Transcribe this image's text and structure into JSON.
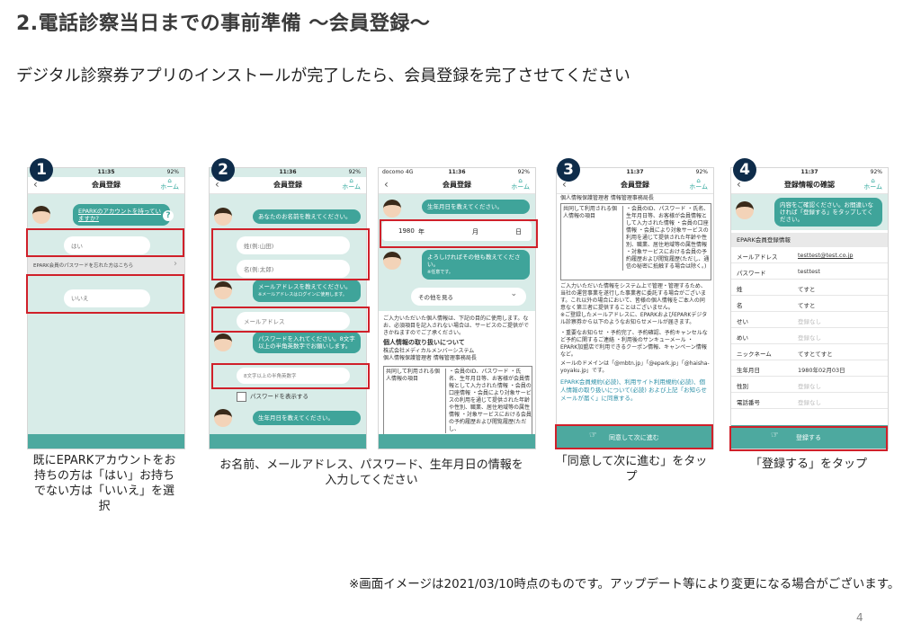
{
  "slide": {
    "title": "2.電話診察当日までの事前準備 〜会員登録〜",
    "subtitle": "デジタル診察券アプリのインストールが完了したら、会員登録を完了させてください",
    "footnote": "※画面イメージは2021/03/10時点のものです。アップデート等により変更になる場合がございます。",
    "page_number": "4"
  },
  "steps": {
    "s1": {
      "badge": "1",
      "caption": "既にEPARKアカウントをお持ちの方は「はい」お持ちでない方は「いいえ」を選択",
      "status_left": "4G",
      "time": "11:35",
      "battery": "92%",
      "screen_title": "会員登録",
      "home_label": "ホーム",
      "question": "EPARKのアカウントを持っていますか?",
      "yes": "はい",
      "forgot": "EPARK会員のパスワードを忘れた方はこちら",
      "no": "いいえ"
    },
    "s2": {
      "badge": "2",
      "caption": "お名前、メールアドレス、パスワード、生年月日の情報を入力してください",
      "status_left": "4G",
      "time": "11:36",
      "battery": "92%",
      "screen_title": "会員登録",
      "home_label": "ホーム",
      "ask_name": "あなたのお名前を教えてください。",
      "sei_placeholder": "姓(例:山田)",
      "mei_placeholder": "名(例:太郎)",
      "ask_mail": "メールアドレスを教えてください。",
      "ask_mail_note": "※メールアドレスはログインに使用します。",
      "mail_placeholder": "メールアドレス",
      "ask_pw": "パスワードを入れてください。8文字以上の半角英数字でお願いします。",
      "pw_placeholder": "8文字以上の半角英数字",
      "show_pw": "パスワードを表示する",
      "ask_birth": "生年月日を教えてください。"
    },
    "s2b": {
      "status_left": "docomo 4G",
      "time": "11:36",
      "battery": "92%",
      "screen_title": "会員登録",
      "home_label": "ホーム",
      "ask_birth": "生年月日を教えてください。",
      "year": "1980",
      "year_unit": "年",
      "month_unit": "月",
      "day_unit": "日",
      "other_q": "よろしければその他も教えてください。",
      "other_note": "※任意です。",
      "other_btn": "その他を見る",
      "notice": "ご入力いただいた個人情報は、下記の目的に使用します。なお、必須項目を記入されない場合は、サービスのご提供ができかねますのでご了承ください。",
      "privacy_title": "個人情報の取り扱いについて",
      "company": "株式会社メディカルメンバーシステム",
      "manager": "個人情報保護管理者 情報管理事務局長",
      "table_left": "共同して利用される個人情報の項目",
      "table_right": "・会員のID、パスワード ・氏名、生年月日等、お客様が会員情報として入力された情報 ・会員の口座情報 ・会員により対象サービスの利用を通じて提供された年齢や性別、職業、居住地域等の属性情報 ・対象サービスにおける会員の予約履歴および閲覧履歴(ただし、"
    },
    "s3": {
      "badge": "3",
      "caption": "「同意して次に進む」をタップ",
      "status_left": "4G",
      "time": "11:37",
      "battery": "92%",
      "screen_title": "会員登録",
      "home_label": "ホーム",
      "manager": "個人情報保護管理者 情報管理事務局長",
      "table_left": "共同して利用される個人情報の項目",
      "table_right": "・会員のID、パスワード ・氏名、生年月日等、お客様が会員情報として入力された情報 ・会員の口座情報 ・会員により対象サービスの利用を通じて提供された年齢や性別、職業、居住地域等の属性情報 ・対象サービスにおける会員の予約履歴および閲覧履歴(ただし、通信の秘密に抵触する場合は除く。)",
      "para1": "ご入力いただいた情報をシステム上で管理・管理するため、当社の運営事業を遂行した事業者に委託する場合がございます。これ以外の場合において、皆様の個人情報をご本人の同意なく第三者に提供することはございません。",
      "para2": "※ご登録したメールアドレスに、EPARKおよびEPARKデジタル診察券から以下のようなお知らせメールが届きます。",
      "list": "・重要なお知らせ ・予約完了、予約確認、予約キャンセルなど予約に関するご連絡 ・利用後のサンキューメール ・EPARK加盟店で利用できるクーポン情報、キャンペーン情報など。",
      "domains": "メールのドメインは「@mbtn.jp」「@epark.jp」「@haisha-yoyaku.jp」です。",
      "agree": "EPARK会員規約(必読)、利用サイト利用規約(必読)、個人情報の取り扱いについて(必読) および上記「お知らせメールが届く」に同意する。",
      "button": "同意して次に進む"
    },
    "s4": {
      "badge": "4",
      "caption": "「登録する」をタップ",
      "status_left": "4G",
      "time": "11:37",
      "battery": "92%",
      "screen_title": "登録情報の確認",
      "home_label": "ホーム",
      "msg": "内容をご確認ください。お間違いなければ「登録する」をタップしてください。",
      "section": "EPARK会員登録情報",
      "rows": [
        {
          "k": "メールアドレス",
          "v": "testtest@test.co.jp",
          "empty": false
        },
        {
          "k": "パスワード",
          "v": "testtest",
          "empty": false
        },
        {
          "k": "姓",
          "v": "てすと",
          "empty": false
        },
        {
          "k": "名",
          "v": "てすと",
          "empty": false
        },
        {
          "k": "せい",
          "v": "登録なし",
          "empty": true
        },
        {
          "k": "めい",
          "v": "登録なし",
          "empty": true
        },
        {
          "k": "ニックネーム",
          "v": "てすとてすと",
          "empty": false
        },
        {
          "k": "生年月日",
          "v": "1980年02月03日",
          "empty": false
        },
        {
          "k": "性別",
          "v": "登録なし",
          "empty": true
        },
        {
          "k": "電話番号",
          "v": "登録なし",
          "empty": true
        }
      ],
      "button": "登録する"
    }
  },
  "colors": {
    "accent": "#3fa49a",
    "highlight": "#d0202a",
    "badge": "#0e2c4a",
    "chat_bg": "#d8ece8"
  }
}
